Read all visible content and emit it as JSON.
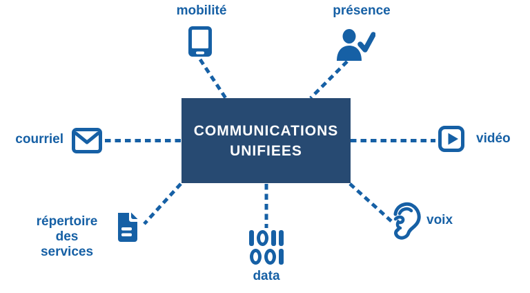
{
  "diagram": {
    "center": {
      "title_line1": "COMMUNICATIONS",
      "title_line2": "UNIFIEES"
    },
    "nodes": {
      "mobilite": {
        "label": "mobilité",
        "icon": "tablet-icon"
      },
      "presence": {
        "label": "présence",
        "icon": "person-check-icon"
      },
      "courriel": {
        "label": "courriel",
        "icon": "envelope-icon"
      },
      "video": {
        "label": "vidéo",
        "icon": "play-video-icon"
      },
      "repertoire": {
        "label": "répertoire des services",
        "icon": "document-icon"
      },
      "data": {
        "label": "data",
        "icon": "binary-digits-icon",
        "binary_rows": [
          "1011",
          "001"
        ]
      },
      "voix": {
        "label": "voix",
        "icon": "ear-icon"
      }
    },
    "colors": {
      "accent_blue": "#1660a5",
      "box_navy": "#274a72",
      "box_text": "#ffffff",
      "background": "#ffffff"
    }
  }
}
